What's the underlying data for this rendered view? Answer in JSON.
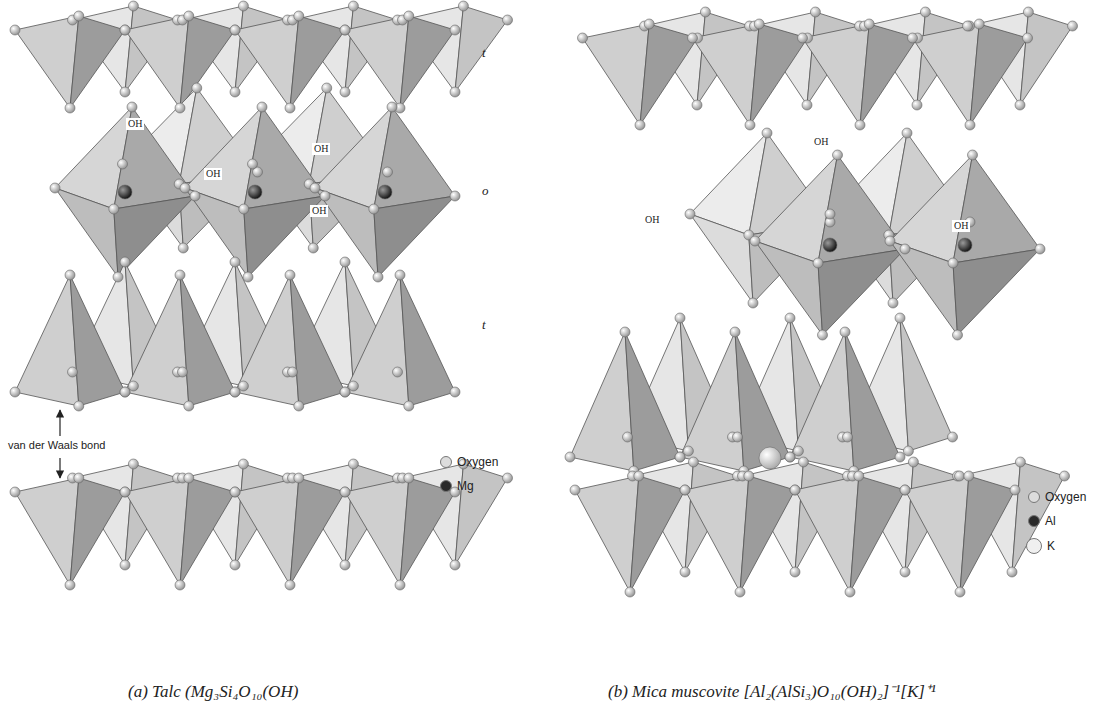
{
  "diagram": {
    "labels": [
      "OH",
      "OH",
      "OH",
      "OH",
      "t",
      "o",
      "t",
      "van der Waals bond",
      "OH",
      "OH",
      "OH",
      "(a) Talc (Mg₃Si₄O₁₀(OH)",
      "(b) Mica muscovite [Al₂(AlSi₃)O₁₀(OH)₂]⁻¹[K]⁺¹"
    ],
    "legend": [
      {
        "text": "Oxygen",
        "color": "#dcdcdc"
      },
      {
        "text": "Mg",
        "color": "#2a2a2a"
      },
      {
        "text": "Oxygen",
        "color": "#dcdcdc"
      },
      {
        "text": "Al",
        "color": "#2a2a2a"
      },
      {
        "text": "K",
        "color": "#f0f0f0"
      }
    ]
  }
}
